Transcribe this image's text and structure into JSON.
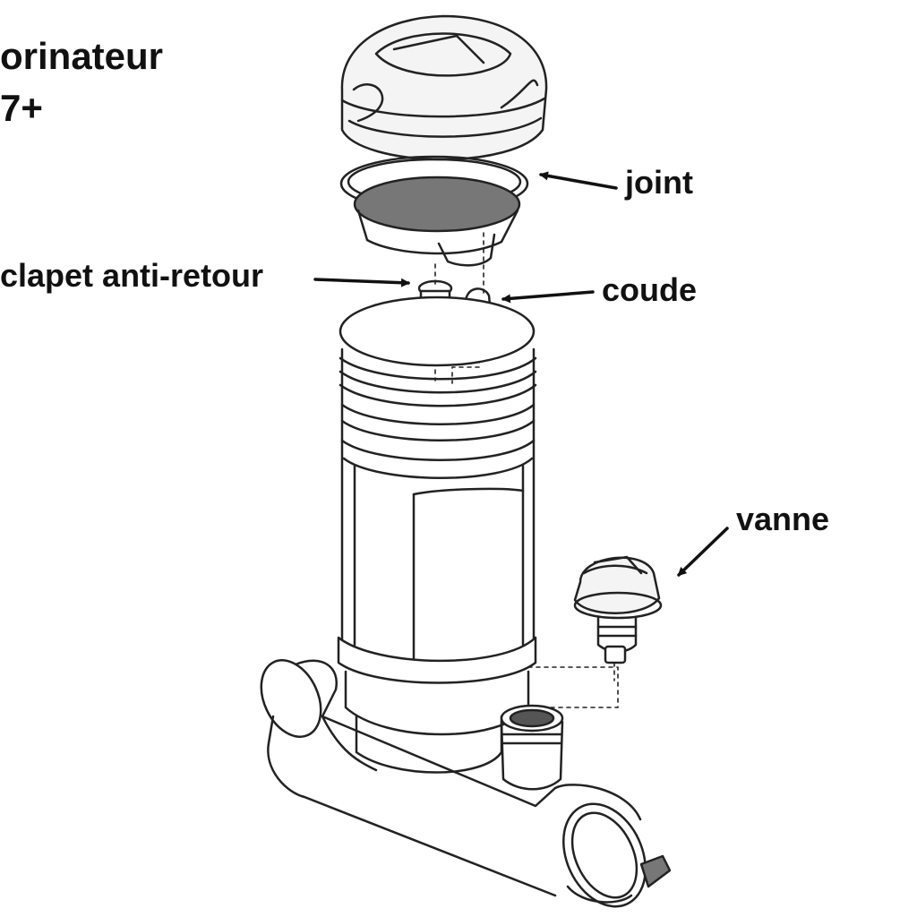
{
  "title": {
    "line1": "orinateur",
    "line2": "7+"
  },
  "labels": {
    "joint": "joint",
    "clapet": "clapet anti-retour",
    "coude": "coude",
    "vanne": "vanne"
  },
  "colors": {
    "ink": "#111111",
    "background": "#ffffff",
    "line": "#222222"
  }
}
